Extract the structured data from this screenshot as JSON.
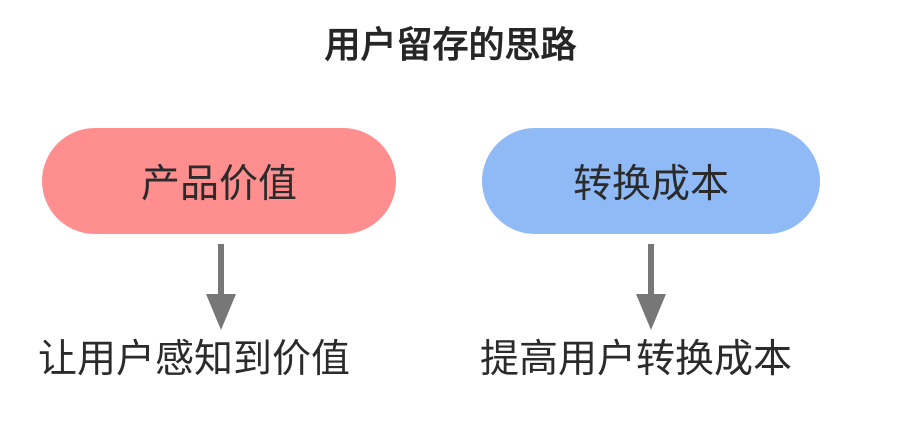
{
  "title": "用户留存的思路",
  "left": {
    "label": "产品价值",
    "result": "让用户感知到价值",
    "color": "#ff8f8f"
  },
  "right": {
    "label": "转换成本",
    "result": "提高用户转换成本",
    "color": "#8fbaf5"
  },
  "arrow_color": "#777777"
}
